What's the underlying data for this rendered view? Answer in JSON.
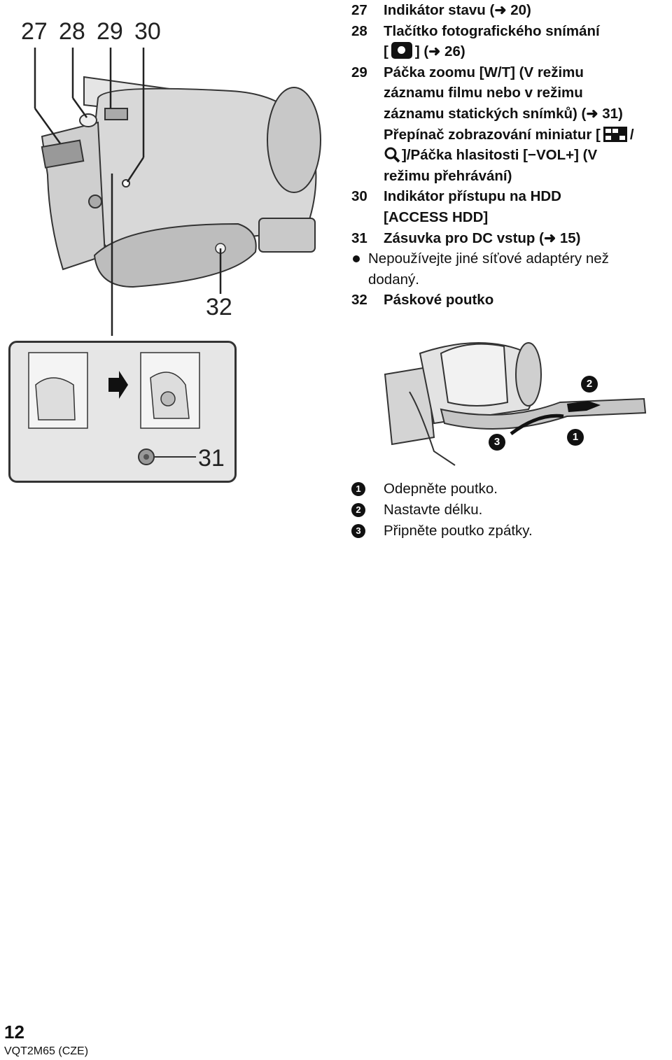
{
  "parts": [
    {
      "num": "27",
      "lines": [
        "Indikátor stavu (➜ 20)"
      ]
    },
    {
      "num": "28",
      "lines": [
        "Tlačítko fotografického snímání"
      ],
      "line2_pre": "[",
      "line2_post": "] (➜ 26)"
    },
    {
      "num": "29",
      "lines": [
        "Páčka zoomu [W/T] (V režimu",
        "záznamu filmu nebo v režimu",
        "záznamu statických snímků) (➜ 31)"
      ],
      "line4_pre": "Přepínač zobrazování miniatur [",
      "line4_post": "/",
      "line5_post": "]/Páčka hlasitosti [−VOL+] (V",
      "line6": "režimu přehrávání)"
    },
    {
      "num": "30",
      "lines": [
        "Indikátor přístupu na HDD",
        "[ACCESS HDD]"
      ]
    },
    {
      "num": "31",
      "lines": [
        "Zásuvka pro DC vstup (➜ 15)"
      ]
    },
    {
      "num": "32",
      "lines": [
        "Páskové poutko"
      ]
    }
  ],
  "note": {
    "line1": "Nepoužívejte jiné síťové adaptéry než",
    "line2": "dodaný."
  },
  "callouts": {
    "top": [
      "27",
      "28",
      "29",
      "30"
    ],
    "strap": "32",
    "dc": "31"
  },
  "strap_figure_marks": [
    "1",
    "2",
    "3"
  ],
  "steps": [
    {
      "mark": "1",
      "text": "Odepněte poutko."
    },
    {
      "mark": "2",
      "text": "Nastavte délku."
    },
    {
      "mark": "3",
      "text": "Připněte poutko zpátky."
    }
  ],
  "footer": {
    "page": "12",
    "code": "VQT2M65 (CZE)"
  },
  "icons": [
    "camera-icon",
    "thumbnail-grid-icon",
    "zoom-magnifier-icon",
    "arrow-right-icon"
  ]
}
